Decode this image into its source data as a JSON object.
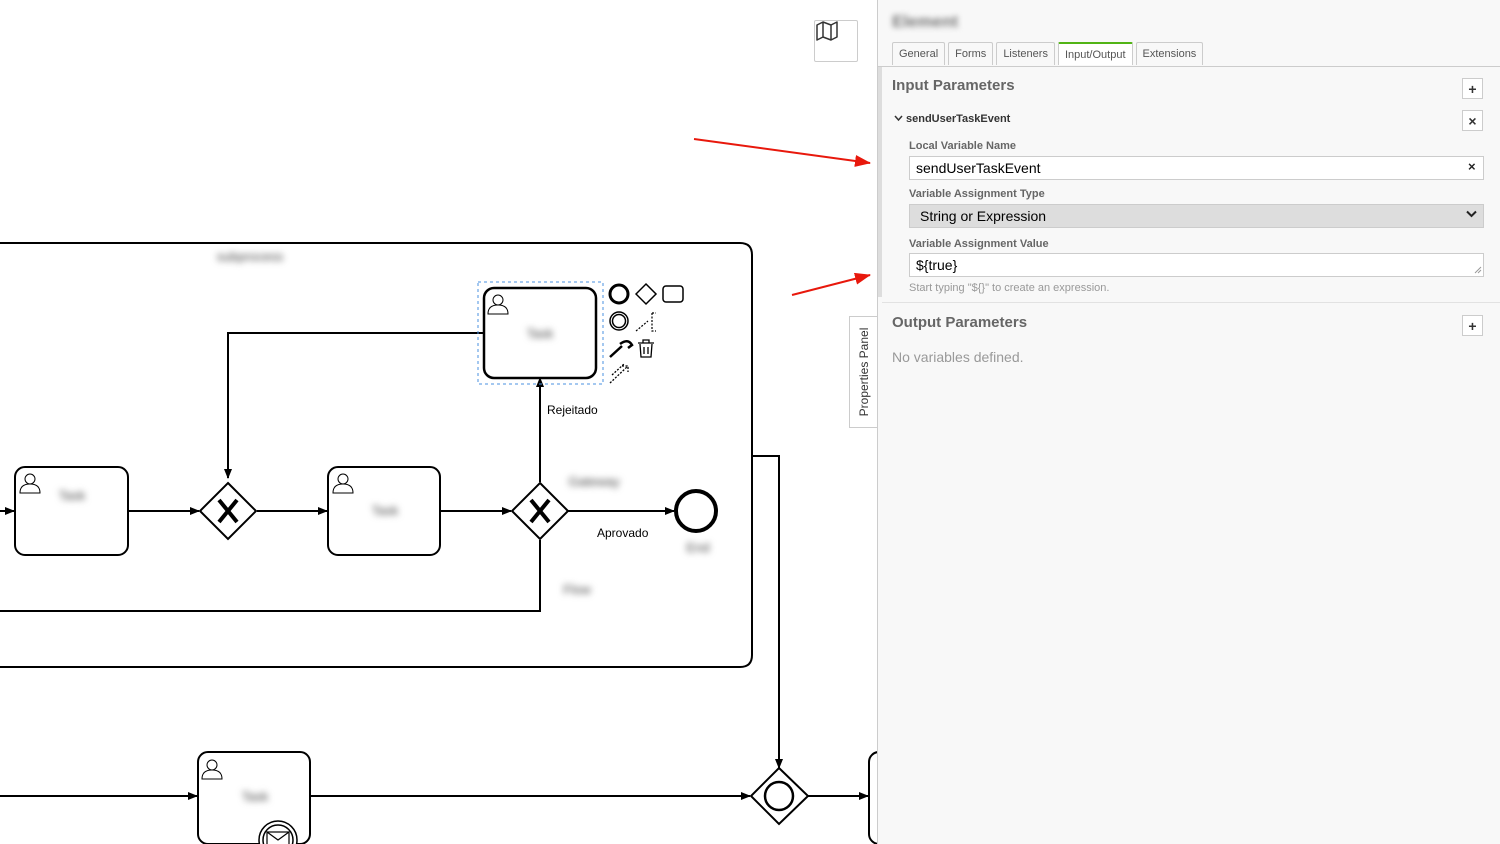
{
  "canvas": {
    "minimap_icon": "map-icon",
    "labels": {
      "rejected": "Rejeitado",
      "approved": "Aprovado"
    },
    "blurred": {
      "subprocess_title": "subprocess",
      "task_top": "Task",
      "task_left": "Task",
      "task_middle": "Task",
      "gateway_label": "Gateway",
      "end_event_label": "End",
      "flow_label": "Flow",
      "task_bottom": "Task"
    }
  },
  "properties_toggle": {
    "label": "Properties Panel"
  },
  "panel": {
    "element_title": "Element",
    "tabs": [
      {
        "label": "General"
      },
      {
        "label": "Forms"
      },
      {
        "label": "Listeners"
      },
      {
        "label": "Input/Output",
        "active": true
      },
      {
        "label": "Extensions"
      }
    ],
    "input_parameters": {
      "title": "Input Parameters",
      "add_label": "+",
      "param": {
        "name": "sendUserTaskEvent",
        "remove_label": "×",
        "local_variable_label": "Local Variable Name",
        "local_variable_value": "sendUserTaskEvent",
        "clear_label": "×",
        "assignment_type_label": "Variable Assignment Type",
        "assignment_type_value": "String or Expression",
        "assignment_value_label": "Variable Assignment Value",
        "assignment_value": "${true}",
        "hint": "Start typing \"${}\" to create an expression."
      }
    },
    "output_parameters": {
      "title": "Output Parameters",
      "add_label": "+",
      "empty": "No variables defined."
    }
  },
  "colors": {
    "annotation_arrow": "#e8180c",
    "active_tab": "#52b415"
  }
}
